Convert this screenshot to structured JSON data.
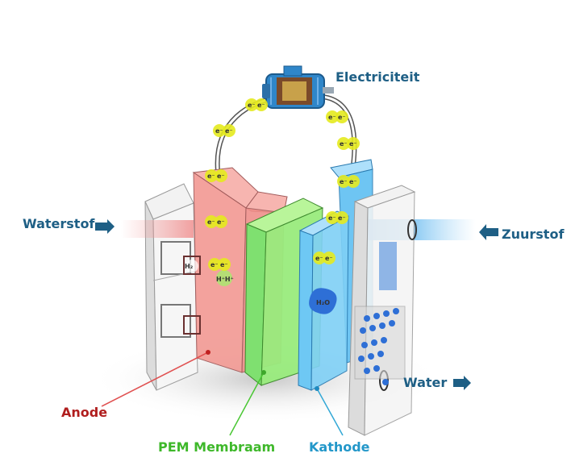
{
  "labels": {
    "electricity": "Electriciteit",
    "hydrogen": "Waterstof",
    "oxygen": "Zuurstof",
    "water": "Water",
    "anode": "Anode",
    "membrane": "PEM Membraam",
    "cathode": "Kathode"
  },
  "glyphs": {
    "electron": "e⁻",
    "h2": "H₂",
    "protons": "H⁺H⁺",
    "h2o": "H₂O"
  },
  "colors": {
    "label_blue": "#1e5f85",
    "anode_red": "#b01e1e",
    "membrane_green": "#3eb82a",
    "cathode_cyan": "#2397c9",
    "electron_yellow": "#e4ea1e"
  }
}
